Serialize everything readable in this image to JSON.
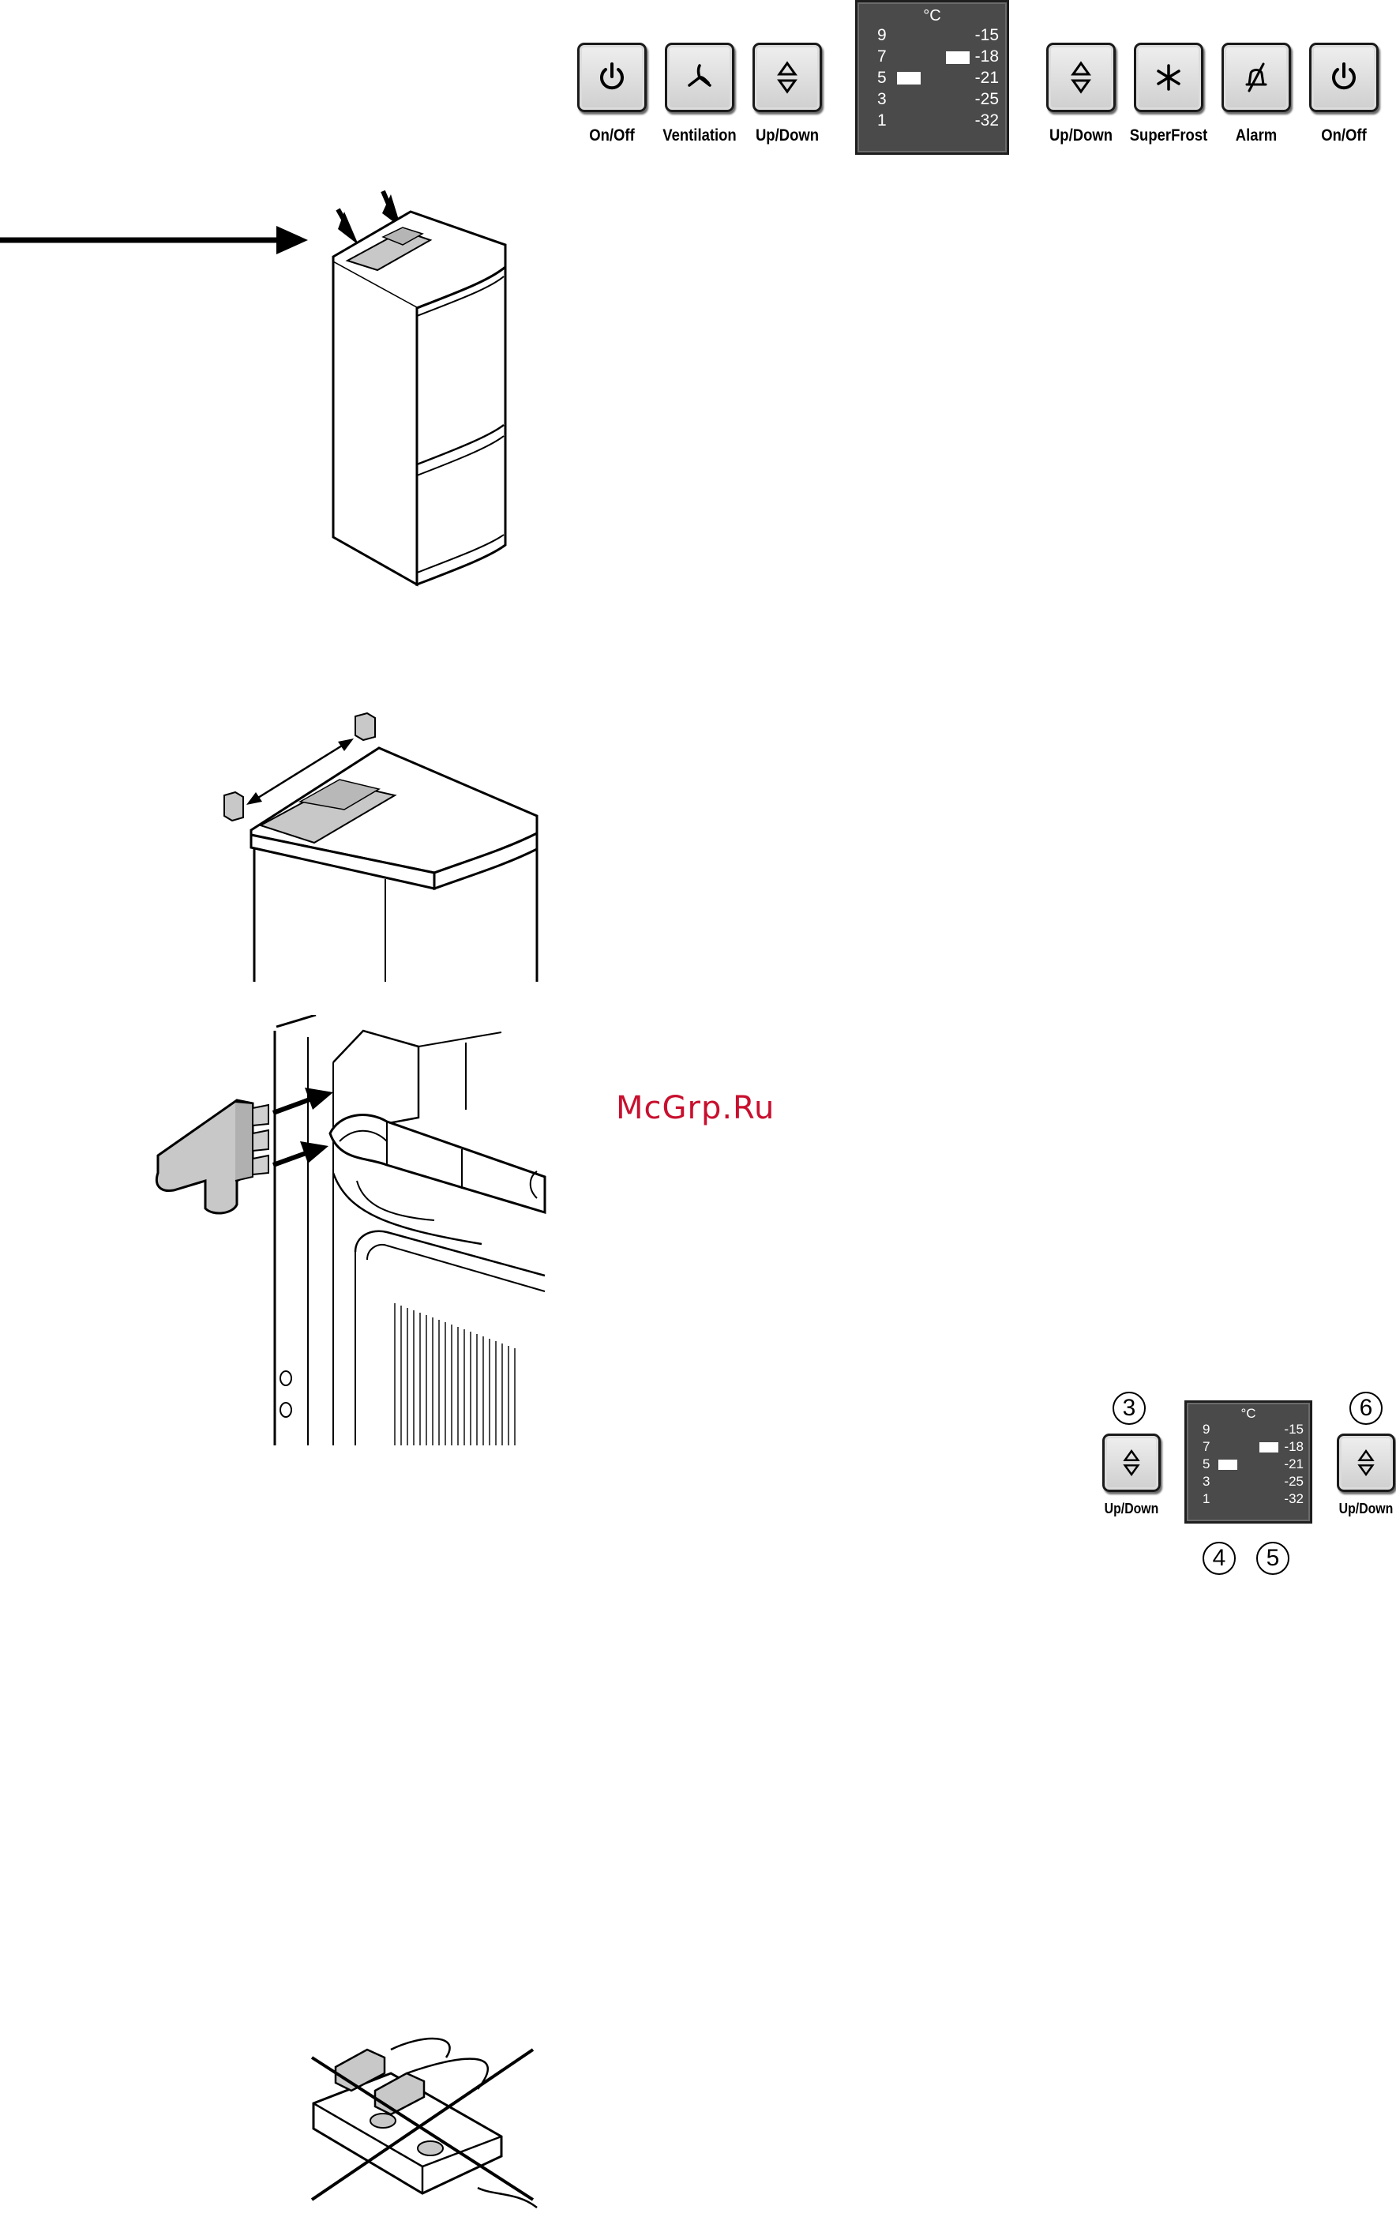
{
  "control_panel_top": {
    "buttons_left": [
      {
        "label": "On/Off",
        "icon": "power-icon"
      },
      {
        "label": "Ventilation",
        "icon": "fan-icon"
      },
      {
        "label": "Up/Down",
        "icon": "up-down-arrows-icon"
      }
    ],
    "display": {
      "unit": "°C",
      "left_scale": [
        "9",
        "7",
        "5",
        "3",
        "1"
      ],
      "right_scale": [
        "-15",
        "-18",
        "-21",
        "-25",
        "-32"
      ],
      "left_selected": "5",
      "right_selected": "-18"
    },
    "buttons_right": [
      {
        "label": "Up/Down",
        "icon": "up-down-arrows-icon"
      },
      {
        "label": "SuperFrost",
        "icon": "snowflake-icon"
      },
      {
        "label": "Alarm",
        "icon": "alarm-bell-off-icon"
      },
      {
        "label": "On/Off",
        "icon": "power-icon"
      }
    ]
  },
  "watermark": "McGrp.Ru",
  "control_panel_detail": {
    "left_button": {
      "label": "Up/Down",
      "callout": "3"
    },
    "right_button": {
      "label": "Up/Down",
      "callout": "6"
    },
    "display_callouts": [
      "4",
      "5"
    ],
    "display": {
      "unit": "°C",
      "left_scale": [
        "9",
        "7",
        "5",
        "3",
        "1"
      ],
      "right_scale": [
        "-15",
        "-18",
        "-21",
        "-25",
        "-32"
      ]
    }
  },
  "colors": {
    "display_bg": "#4a4a4a",
    "button_face": "#dcdcdc",
    "watermark": "#c8102e",
    "lid_shade": "#c8c8c8"
  }
}
